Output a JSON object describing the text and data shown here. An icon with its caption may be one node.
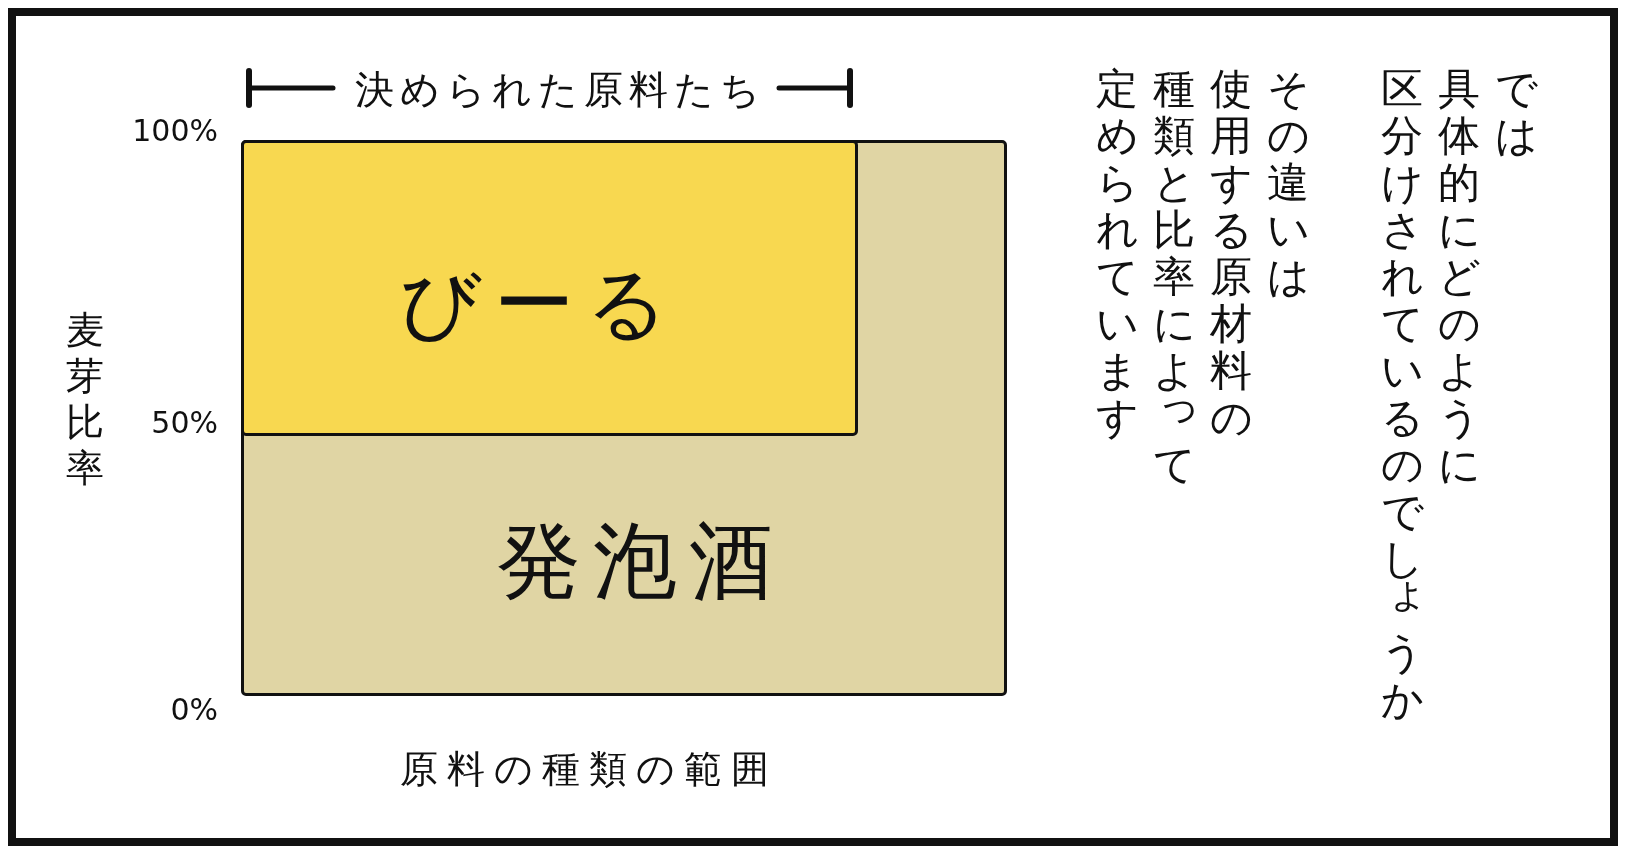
{
  "diagram": {
    "nodes": [
      {
        "text": [
          "発泡酒"
        ]
      },
      {
        "text": [
          "びーる"
        ],
        "in": 0
      }
    ],
    "labels": [
      "では具体的にどのように区分けされているのでしょうか",
      "その違いは使用する原材料の種類と比率によって定められています",
      "決められた原料たち",
      "100%",
      "50%",
      "0%",
      "麦芽比率",
      "原料の種類の範囲"
    ]
  }
}
